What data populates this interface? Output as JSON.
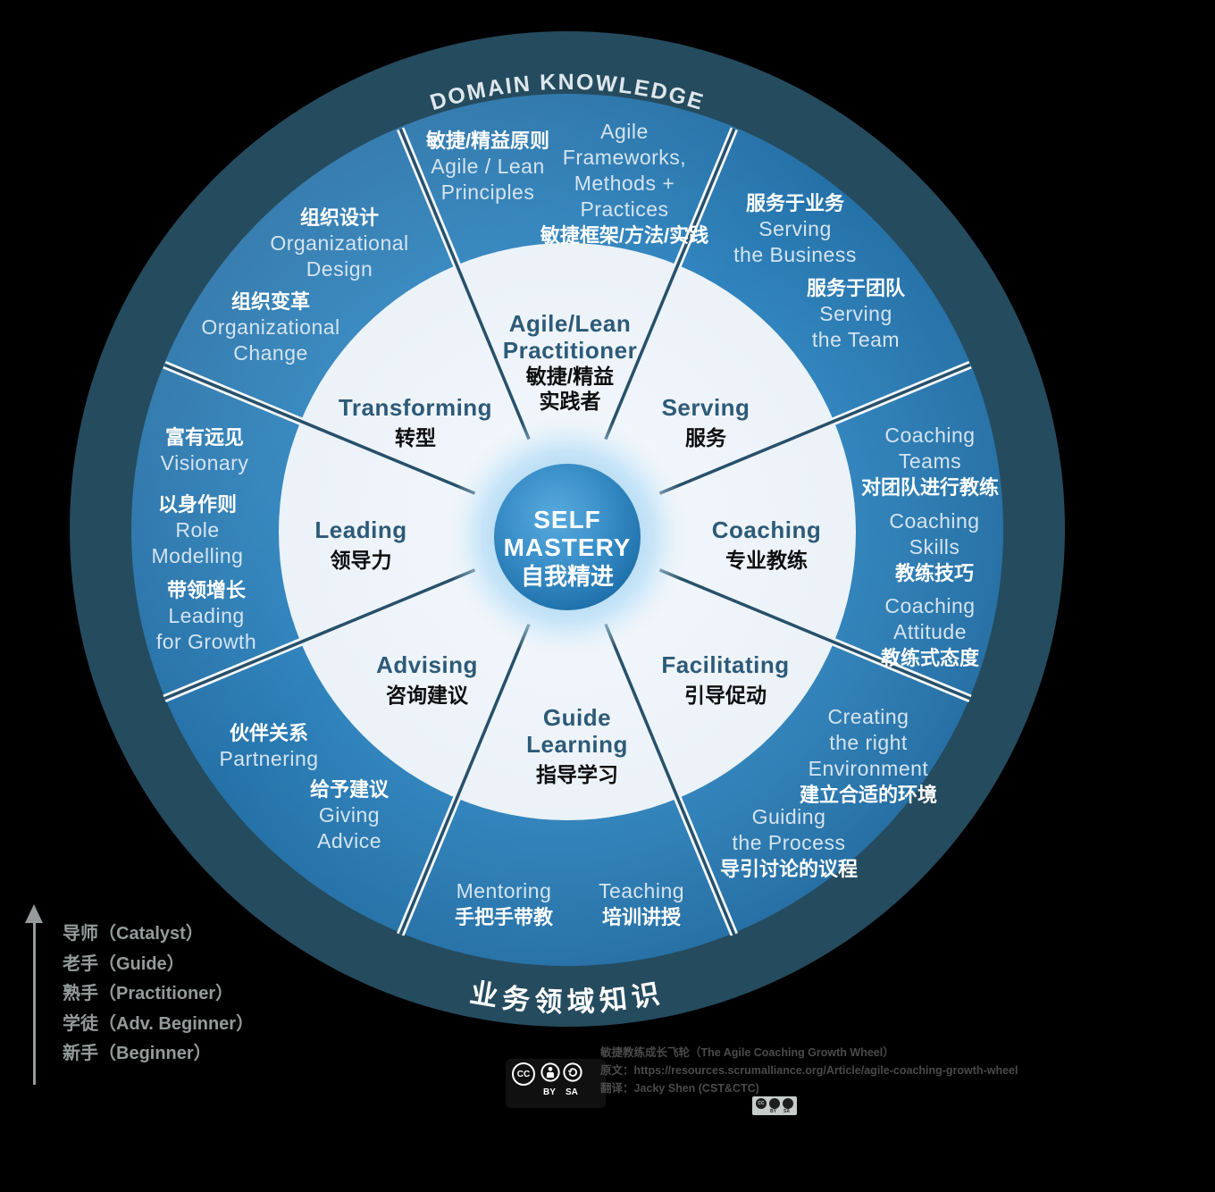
{
  "wheel": {
    "domain_knowledge_label": "DOMAIN KNOWLEDGE",
    "business_domain_label": "业务领域知识",
    "center": {
      "en1": "SELF",
      "en2": "MASTERY",
      "zh": "自我精进"
    },
    "sectors": {
      "agile_lean_practitioner": {
        "en1": "Agile/Lean",
        "en2": "Practitioner",
        "zh1": "敏捷/精益",
        "zh2": "实践者"
      },
      "serving": {
        "en": "Serving",
        "zh": "服务"
      },
      "coaching": {
        "en": "Coaching",
        "zh": "专业教练"
      },
      "facilitating": {
        "en": "Facilitating",
        "zh": "引导促动"
      },
      "guide_learning": {
        "en1": "Guide",
        "en2": "Learning",
        "zh": "指导学习"
      },
      "advising": {
        "en": "Advising",
        "zh": "咨询建议"
      },
      "leading": {
        "en": "Leading",
        "zh": "领导力"
      },
      "transforming": {
        "en": "Transforming",
        "zh": "转型"
      }
    },
    "skills": {
      "agile_lean_principles": {
        "zh": "敏捷/精益原则",
        "en1": "Agile / Lean",
        "en2": "Principles"
      },
      "agile_frameworks": {
        "en1": "Agile",
        "en2": "Frameworks,",
        "en3": "Methods +",
        "en4": "Practices",
        "zh": "敏捷框架/方法/实践"
      },
      "serving_business": {
        "zh": "服务于业务",
        "en1": "Serving",
        "en2": "the Business"
      },
      "serving_team": {
        "zh": "服务于团队",
        "en1": "Serving",
        "en2": "the Team"
      },
      "coaching_teams": {
        "en1": "Coaching",
        "en2": "Teams",
        "zh": "对团队进行教练"
      },
      "coaching_skills": {
        "en1": "Coaching",
        "en2": "Skills",
        "zh": "教练技巧"
      },
      "coaching_attitude": {
        "en1": "Coaching",
        "en2": "Attitude",
        "zh": "教练式态度"
      },
      "creating_environment": {
        "en1": "Creating",
        "en2": "the right",
        "en3": "Environment",
        "zh": "建立合适的环境"
      },
      "guiding_process": {
        "en1": "Guiding",
        "en2": "the Process",
        "zh": "导引讨论的议程"
      },
      "teaching": {
        "en": "Teaching",
        "zh": "培训讲授"
      },
      "mentoring": {
        "en": "Mentoring",
        "zh": "手把手带教"
      },
      "giving_advice": {
        "zh": "给予建议",
        "en1": "Giving",
        "en2": "Advice"
      },
      "partnering": {
        "zh": "伙伴关系",
        "en": "Partnering"
      },
      "leading_growth": {
        "zh": "带领增长",
        "en1": "Leading",
        "en2": "for Growth"
      },
      "role_modelling": {
        "zh": "以身作则",
        "en1": "Role",
        "en2": "Modelling"
      },
      "visionary": {
        "zh": "富有远见",
        "en": "Visionary"
      },
      "org_change": {
        "zh": "组织变革",
        "en1": "Organizational",
        "en2": "Change"
      },
      "org_design": {
        "zh": "组织设计",
        "en1": "Organizational",
        "en2": "Design"
      }
    }
  },
  "legend": {
    "levels": [
      "导师（Catalyst）",
      "老手（Guide）",
      "熟手（Practitioner）",
      "学徒（Adv. Beginner）",
      "新手（Beginner）"
    ]
  },
  "footer": {
    "cc_label": "CC",
    "by_label": "BY",
    "sa_label": "SA",
    "title_line": "敏捷教练成长飞轮（The Agile Coaching Growth Wheel）",
    "source_line": "原文：https://resources.scrumalliance.org/Article/agile-coaching-growth-wheel",
    "translator_line": "翻译：Jacky Shen (CST&CTC)"
  },
  "colors": {
    "outer_ring": "#254b5e",
    "mid_ring": "#3389c4",
    "inner_circle": "#eef4f9",
    "center_blue": "#2a7cb8",
    "divider_dark": "#27506a",
    "sector_text": "#2d5a78"
  }
}
